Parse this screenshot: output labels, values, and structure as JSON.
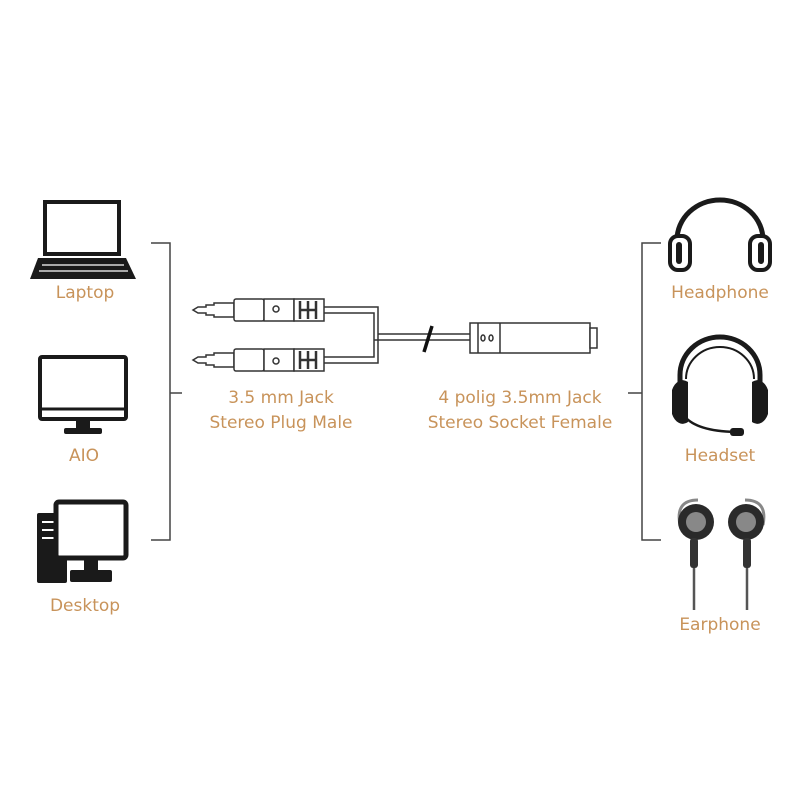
{
  "sources": [
    {
      "label": "Laptop",
      "icon": "laptop-icon"
    },
    {
      "label": "AIO",
      "icon": "monitor-icon"
    },
    {
      "label": "Desktop",
      "icon": "desktop-pc-icon"
    }
  ],
  "outputs": [
    {
      "label": "Headphone",
      "icon": "headphone-icon"
    },
    {
      "label": "Headset",
      "icon": "headset-icon"
    },
    {
      "label": "Earphone",
      "icon": "earphone-icon"
    }
  ],
  "plug": {
    "line1": "3.5 mm Jack",
    "line2": "Stereo Plug Male"
  },
  "socket": {
    "line1": "4 polig 3.5mm Jack",
    "line2": "Stereo Socket Female"
  },
  "colors": {
    "label": "#c8935a",
    "line": "#444444",
    "icon": "#1a1a1a"
  }
}
